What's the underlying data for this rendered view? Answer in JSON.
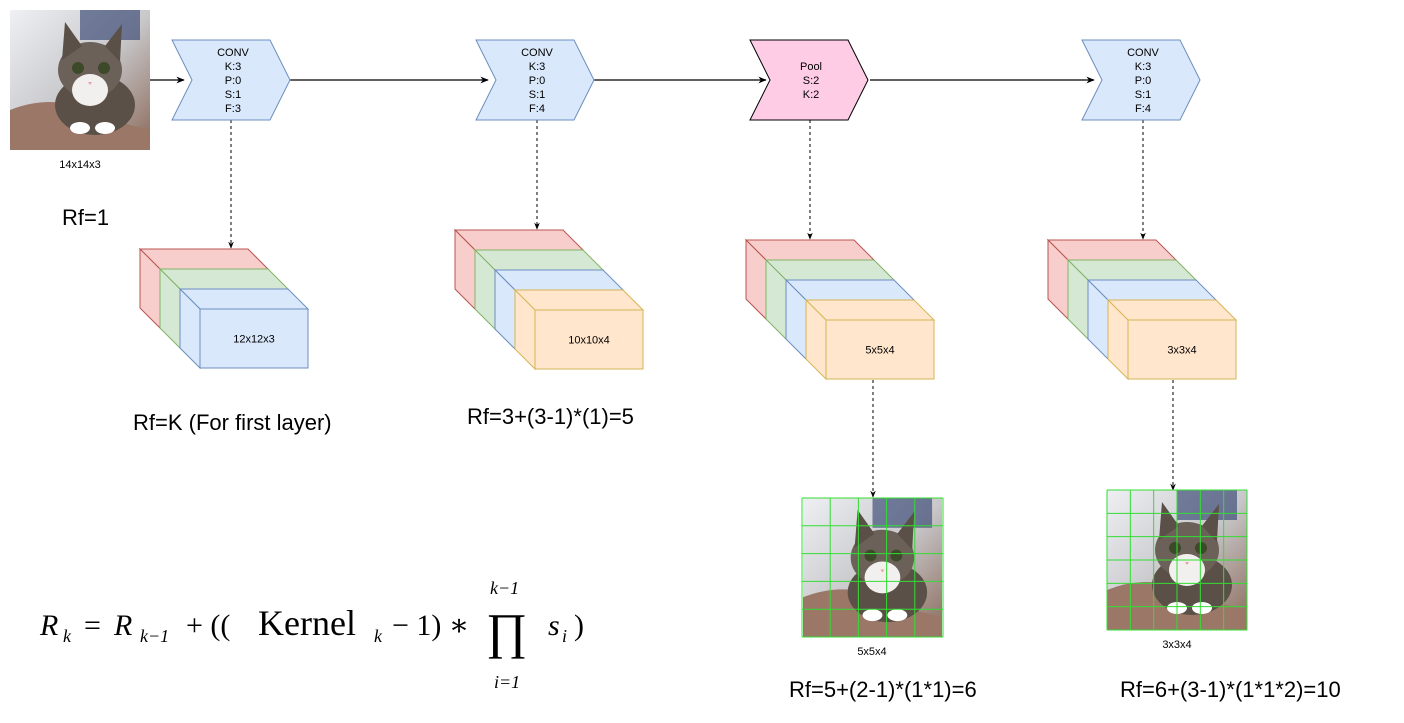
{
  "input": {
    "label": "14x14x3",
    "rf": "Rf=1"
  },
  "layers": [
    {
      "type": "CONV",
      "lines": [
        "CONV",
        "K:3",
        "P:0",
        "S:1",
        "F:3"
      ],
      "fill": "#dae8fc",
      "stroke": "#6c8ebf"
    },
    {
      "type": "CONV",
      "lines": [
        "CONV",
        "K:3",
        "P:0",
        "S:1",
        "F:4"
      ],
      "fill": "#dae8fc",
      "stroke": "#6c8ebf"
    },
    {
      "type": "Pool",
      "lines": [
        "Pool",
        "S:2",
        "K:2"
      ],
      "fill": "#ffcce6",
      "stroke": "#000000"
    },
    {
      "type": "CONV",
      "lines": [
        "CONV",
        "K:3",
        "P:0",
        "S:1",
        "F:4"
      ],
      "fill": "#dae8fc",
      "stroke": "#6c8ebf"
    }
  ],
  "outputs": [
    {
      "label": "12x12x3",
      "rf": "Rf=K (For first layer)"
    },
    {
      "label": "10x10x4",
      "rf": "Rf=3+(3-1)*(1)=5"
    },
    {
      "label": "5x5x4",
      "rf": "Rf=5+(2-1)*(1*1)=6",
      "image_label": "5x5x4"
    },
    {
      "label": "3x3x4",
      "rf": "Rf=6+(3-1)*(1*1*2)=10",
      "image_label": "3x3x4"
    }
  ],
  "formula": {
    "lhs": "R",
    "lhs_sub": "k",
    "eq": "=",
    "r": "R",
    "r_sub": "k−1",
    "plus": "+ ((",
    "kernel": "Kernel",
    "kernel_sub": "k",
    "minus": "− 1) ∗",
    "prod": "∏",
    "prod_top": "k−1",
    "prod_bottom": "i=1",
    "s": "s",
    "s_sub": "i",
    "close": ")"
  },
  "colors": {
    "red": "#f8cecc",
    "green": "#d5e8d4",
    "blue": "#dae8fc",
    "orange": "#ffe6cc",
    "grid": "#33dd33"
  }
}
